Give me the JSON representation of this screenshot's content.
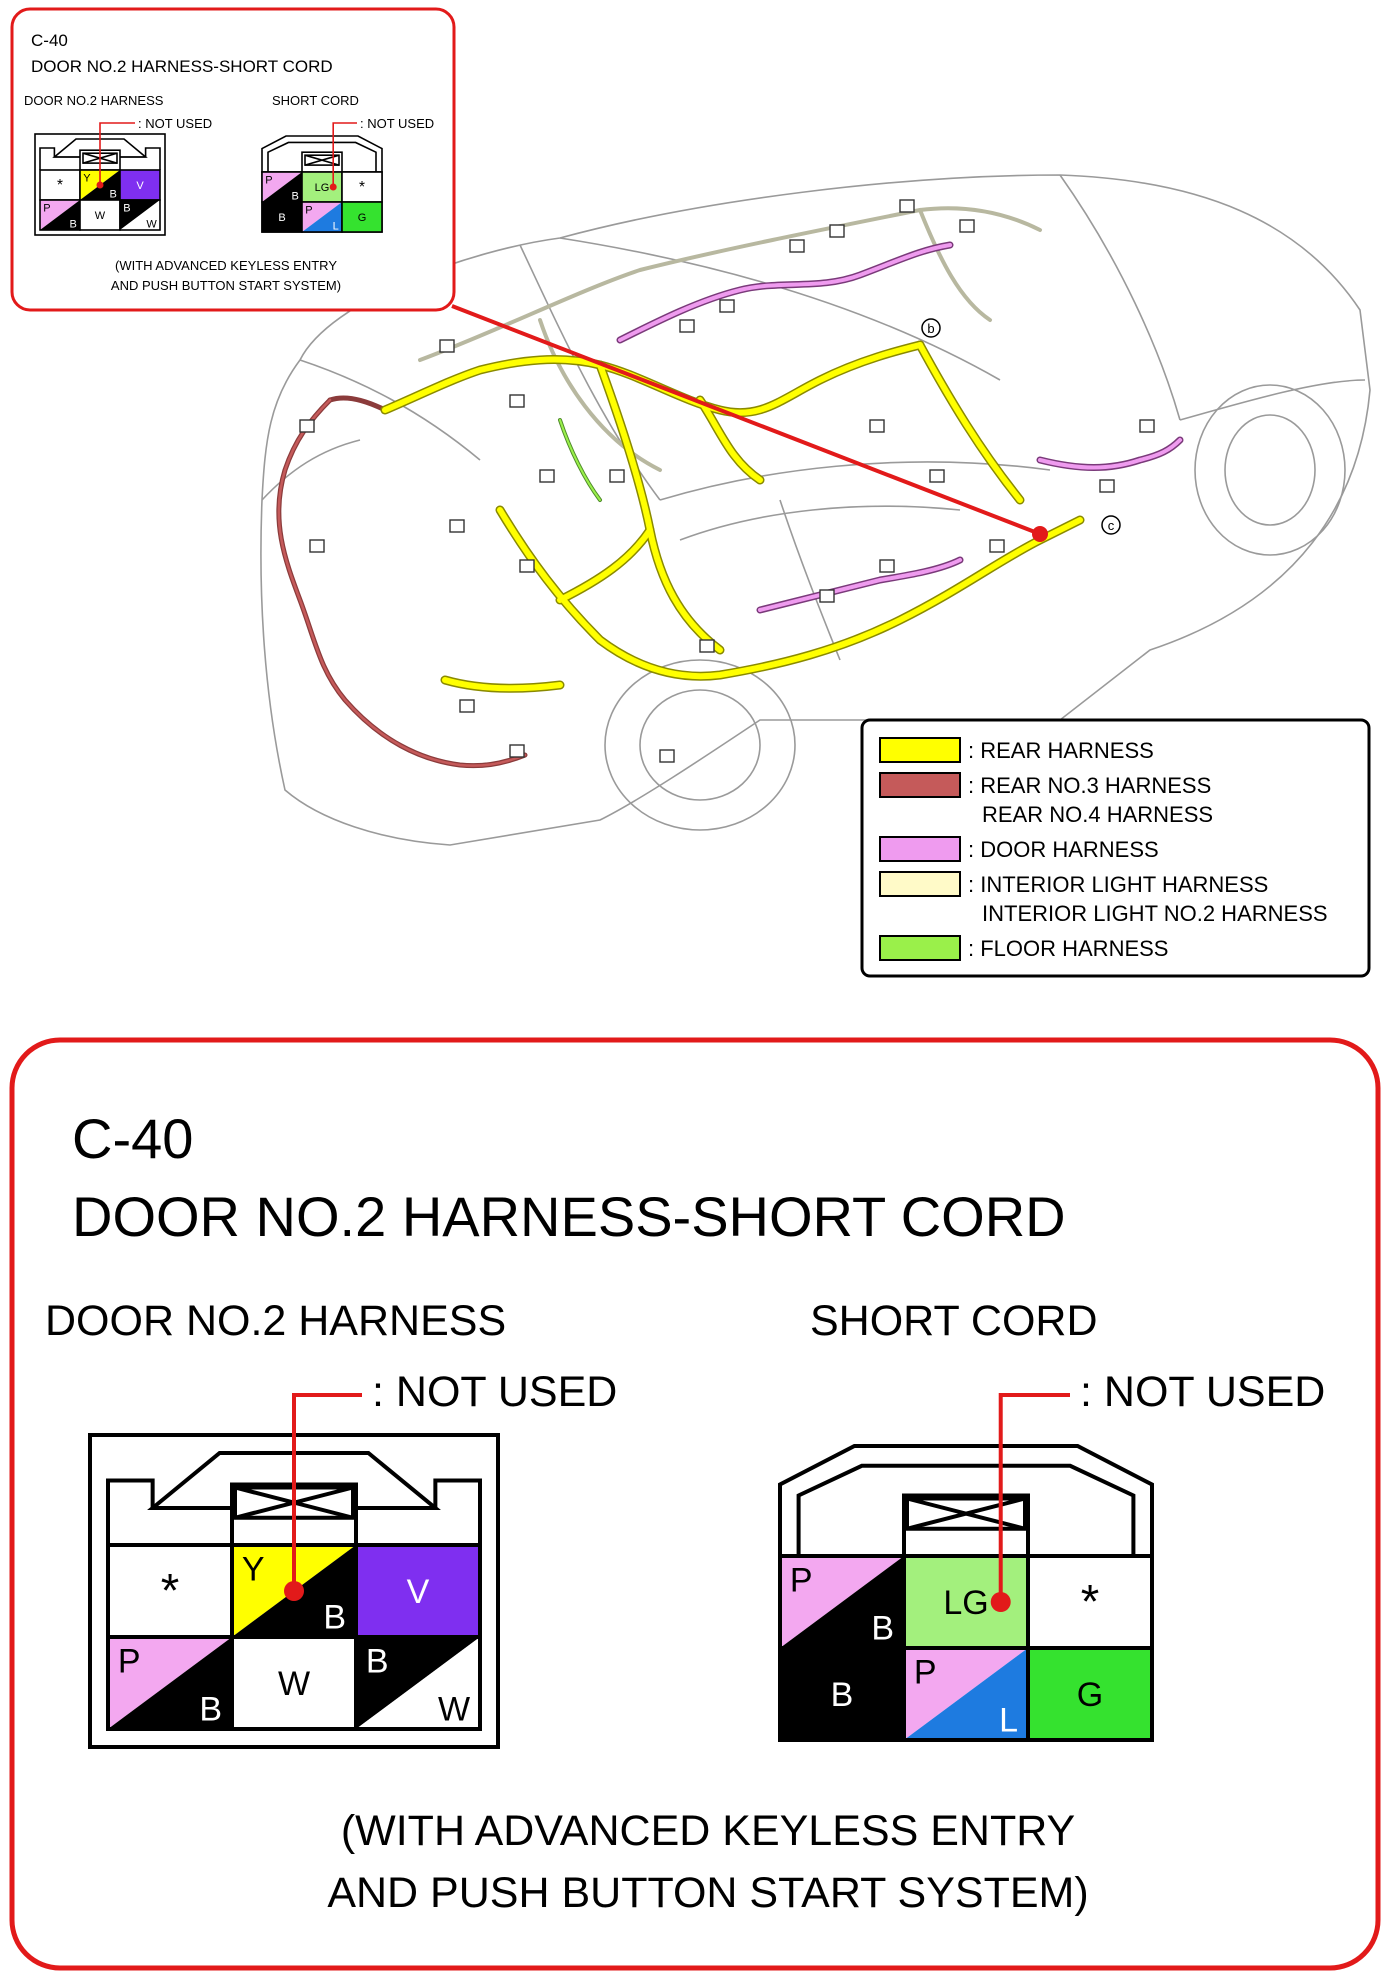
{
  "connector": {
    "code": "C-40",
    "title": "DOOR NO.2 HARNESS-SHORT CORD",
    "left_label": "DOOR NO.2 HARNESS",
    "right_label": "SHORT CORD",
    "not_used": ": NOT USED",
    "note_line1": "(WITH ADVANCED KEYLESS ENTRY",
    "note_line2": "AND PUSH BUTTON START SYSTEM)"
  },
  "door_harness_pins": [
    {
      "top": "",
      "bottom": "",
      "symbol": "*",
      "fill": "white"
    },
    {
      "top": "Y",
      "bottom": "B",
      "fill": "split",
      "c1": "#ffff00",
      "c2": "#000000",
      "not_used": true
    },
    {
      "top": "V",
      "bottom": "",
      "fill": "solid",
      "c1": "#7f2ff0"
    },
    {
      "top": "P",
      "bottom": "B",
      "fill": "split",
      "c1": "#f3a8f0",
      "c2": "#000000"
    },
    {
      "top": "W",
      "bottom": "",
      "fill": "white"
    },
    {
      "top": "B",
      "bottom": "W",
      "fill": "split",
      "c1": "#000000",
      "c2": "#ffffff"
    }
  ],
  "short_cord_pins": [
    {
      "top": "P",
      "bottom": "B",
      "fill": "split",
      "c1": "#f3a8f0",
      "c2": "#000000"
    },
    {
      "top": "LG",
      "bottom": "",
      "fill": "solid",
      "c1": "#a3f07d",
      "not_used": true
    },
    {
      "top": "",
      "bottom": "",
      "symbol": "*",
      "fill": "white"
    },
    {
      "top": "B",
      "bottom": "",
      "fill": "solid",
      "c1": "#000000"
    },
    {
      "top": "P",
      "bottom": "L",
      "fill": "split",
      "c1": "#f3a8f0",
      "c2": "#1e7be0"
    },
    {
      "top": "G",
      "bottom": "",
      "fill": "solid",
      "c1": "#35e22f"
    }
  ],
  "legend": [
    {
      "lines": [
        ": REAR HARNESS"
      ],
      "color": "#ffff00"
    },
    {
      "lines": [
        ": REAR NO.3 HARNESS",
        "REAR NO.4 HARNESS"
      ],
      "color": "#c55a5a"
    },
    {
      "lines": [
        ": DOOR HARNESS"
      ],
      "color": "#ef9bef"
    },
    {
      "lines": [
        ": INTERIOR LIGHT HARNESS",
        "INTERIOR LIGHT NO.2 HARNESS"
      ],
      "color": "#fffac8"
    },
    {
      "lines": [
        ": FLOOR HARNESS"
      ],
      "color": "#9af04a"
    }
  ],
  "markers": {
    "b": "b",
    "c": "c"
  },
  "colors": {
    "frame_red": "#e21a1a",
    "pointer_red": "#e21a1a"
  }
}
